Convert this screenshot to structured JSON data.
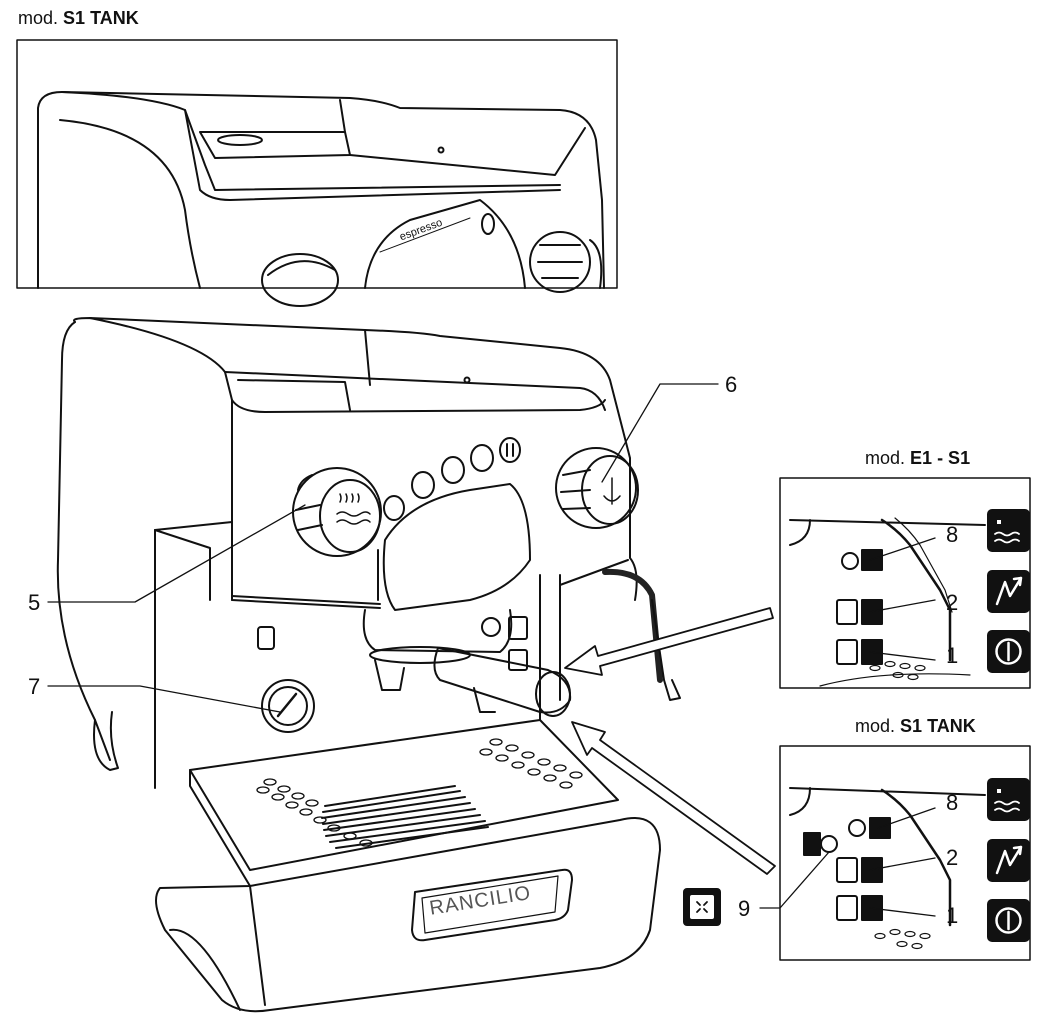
{
  "top_panel": {
    "mod_prefix": "mod.",
    "mod_name": "S1 TANK",
    "logo_text": "espresso"
  },
  "panel_e1": {
    "mod_prefix": "mod.",
    "mod_name": "E1 - S1"
  },
  "panel_tank": {
    "mod_prefix": "mod.",
    "mod_name": "S1 TANK"
  },
  "brand_logo": "RANCILIO",
  "callouts": {
    "n5": "5",
    "n6": "6",
    "n7": "7",
    "n9": "9",
    "e1_n8": "8",
    "e1_n2": "2",
    "e1_n1": "1",
    "tank_n8": "8",
    "tank_n2": "2",
    "tank_n1": "1"
  },
  "icons": [
    "water-level-icon",
    "heating-icon",
    "power-icon",
    "tank-icon",
    "steam-icon"
  ]
}
